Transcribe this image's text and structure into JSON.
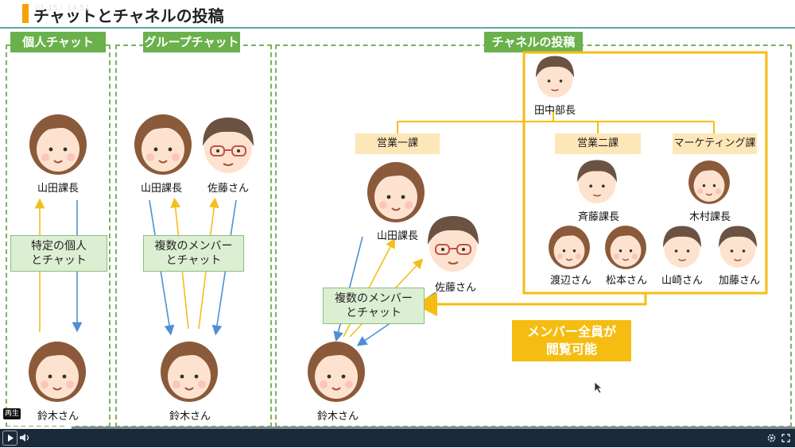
{
  "page": {
    "title": "チャットとチャネルの投稿"
  },
  "sections": {
    "personal": "個人チャット",
    "group": "グループチャット",
    "channel": "チャネルの投稿"
  },
  "people": {
    "yamada": "山田課長",
    "sato": "佐藤さん",
    "suzuki": "鈴木さん",
    "tanaka": "田中部長",
    "saito": "斉藤課長",
    "kimura": "木村課長",
    "watanabe": "渡辺さん",
    "matsumoto": "松本さん",
    "yamazaki": "山崎さん",
    "kato": "加藤さん"
  },
  "labels": {
    "personal_chat_1": "特定の個人",
    "personal_chat_2": "とチャット",
    "multi_chat_1": "複数のメンバー",
    "multi_chat_2": "とチャット",
    "all_members_1": "メンバー全員が",
    "all_members_2": "閲覧可能"
  },
  "departments": {
    "sales1": "営業一課",
    "sales2": "営業二課",
    "marketing": "マーケティング課"
  },
  "player": {
    "tooltip": "再生",
    "current_time": "01:15",
    "separator": "/",
    "duration": "14:51",
    "progress": 0.086
  },
  "colors": {
    "accent_orange": "#f5a100",
    "green": "#6ab14c",
    "yellow": "#f5bd12",
    "arrow_blue": "#4f8fd6",
    "arrow_yellow": "#f2bf1b"
  },
  "icons": [
    "play-icon",
    "volume-icon",
    "settings-icon",
    "fullscreen-icon",
    "cursor-icon"
  ]
}
